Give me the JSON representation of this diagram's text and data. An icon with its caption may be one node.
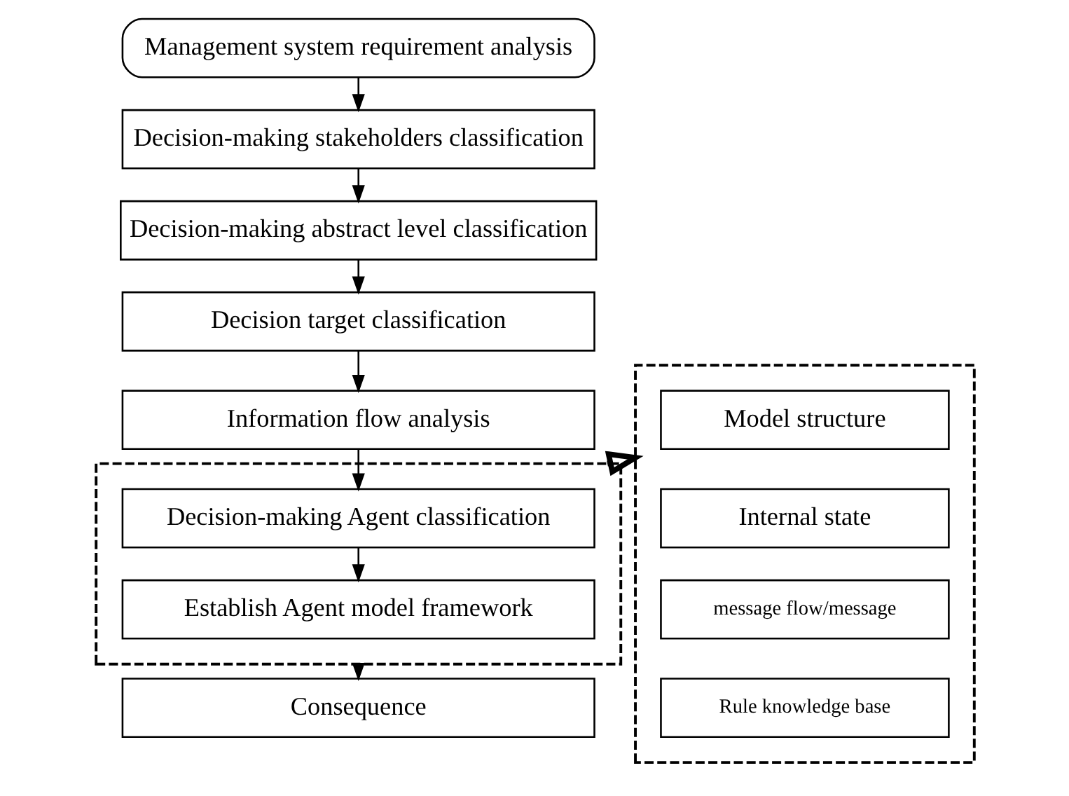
{
  "diagram": {
    "nodes": [
      {
        "text": [
          "Management system requirement analysis"
        ]
      },
      {
        "text": [
          "Decision-making stakeholders classification"
        ]
      },
      {
        "text": [
          "Decision-making abstract level classification"
        ]
      },
      {
        "text": [
          "Decision target classification"
        ]
      },
      {
        "text": [
          "Information flow analysis"
        ]
      },
      {
        "text": [],
        "shape": "box"
      },
      {
        "text": [
          "Decision-making Agent classification"
        ],
        "in": 5
      },
      {
        "text": [
          "Establish Agent model framework"
        ],
        "in": 5
      },
      {
        "text": [
          "Consequence"
        ]
      },
      {
        "text": [],
        "shape": "box"
      },
      {
        "text": [
          "Model structure"
        ],
        "in": 9
      },
      {
        "text": [
          "Internal state"
        ],
        "in": 9
      },
      {
        "text": [
          "message flow/message"
        ],
        "in": 9
      },
      {
        "text": [
          "Rule knowledge base"
        ],
        "in": 9
      }
    ],
    "edges": [
      {
        "from": 0,
        "to": 1,
        "arrow": "to"
      },
      {
        "from": 1,
        "to": 2,
        "arrow": "to"
      },
      {
        "from": 2,
        "to": 3,
        "arrow": "to"
      },
      {
        "from": 3,
        "to": 4,
        "arrow": "to"
      },
      {
        "from": 4,
        "to": 6,
        "arrow": "to"
      },
      {
        "from": 6,
        "to": 7,
        "arrow": "to"
      },
      {
        "from": 5,
        "to": 8,
        "arrow": "to"
      },
      {
        "from": 5,
        "to": 9,
        "arrow": "to",
        "style": "thick"
      }
    ]
  }
}
